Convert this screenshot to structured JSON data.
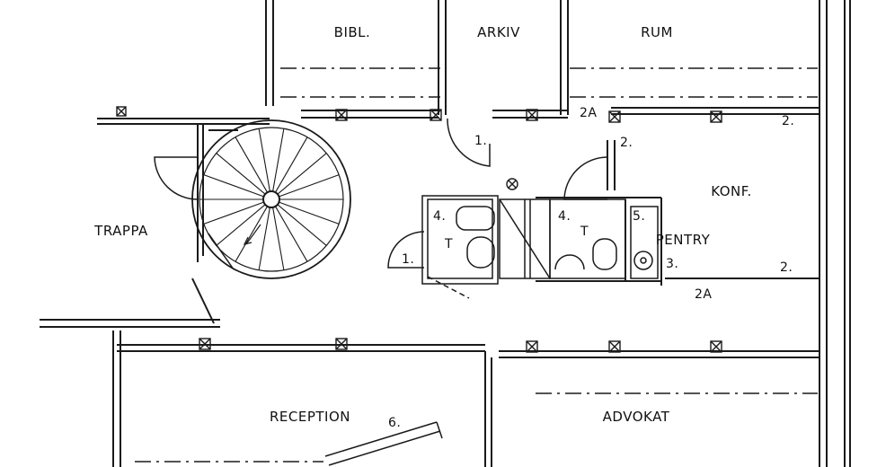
{
  "plan": {
    "rooms": [
      {
        "id": "bibl",
        "text": "BIBL."
      },
      {
        "id": "arkiv",
        "text": "ARKIV"
      },
      {
        "id": "rum",
        "text": "RUM"
      },
      {
        "id": "konf",
        "text": "KONF."
      },
      {
        "id": "trappa",
        "text": "TRAPPA"
      },
      {
        "id": "pentry",
        "text": "PENTRY"
      },
      {
        "id": "reception",
        "text": "RECEPTION"
      },
      {
        "id": "advokat",
        "text": "ADVOKAT"
      }
    ],
    "codes": [
      {
        "id": "c1a",
        "text": "1."
      },
      {
        "id": "c1b",
        "text": "1."
      },
      {
        "id": "c2a_top",
        "text": "2A"
      },
      {
        "id": "c2_top",
        "text": "2."
      },
      {
        "id": "c2_door",
        "text": "2."
      },
      {
        "id": "c2_mid",
        "text": "2."
      },
      {
        "id": "c2a_mid",
        "text": "2A"
      },
      {
        "id": "c3",
        "text": "3."
      },
      {
        "id": "c4a",
        "text": "4."
      },
      {
        "id": "c4b",
        "text": "4."
      },
      {
        "id": "c5",
        "text": "5."
      },
      {
        "id": "c6",
        "text": "6."
      },
      {
        "id": "t1",
        "text": "T"
      },
      {
        "id": "t2",
        "text": "T"
      }
    ]
  },
  "colors": {
    "ink": "#1a1a1a",
    "paper": "#ffffff"
  }
}
